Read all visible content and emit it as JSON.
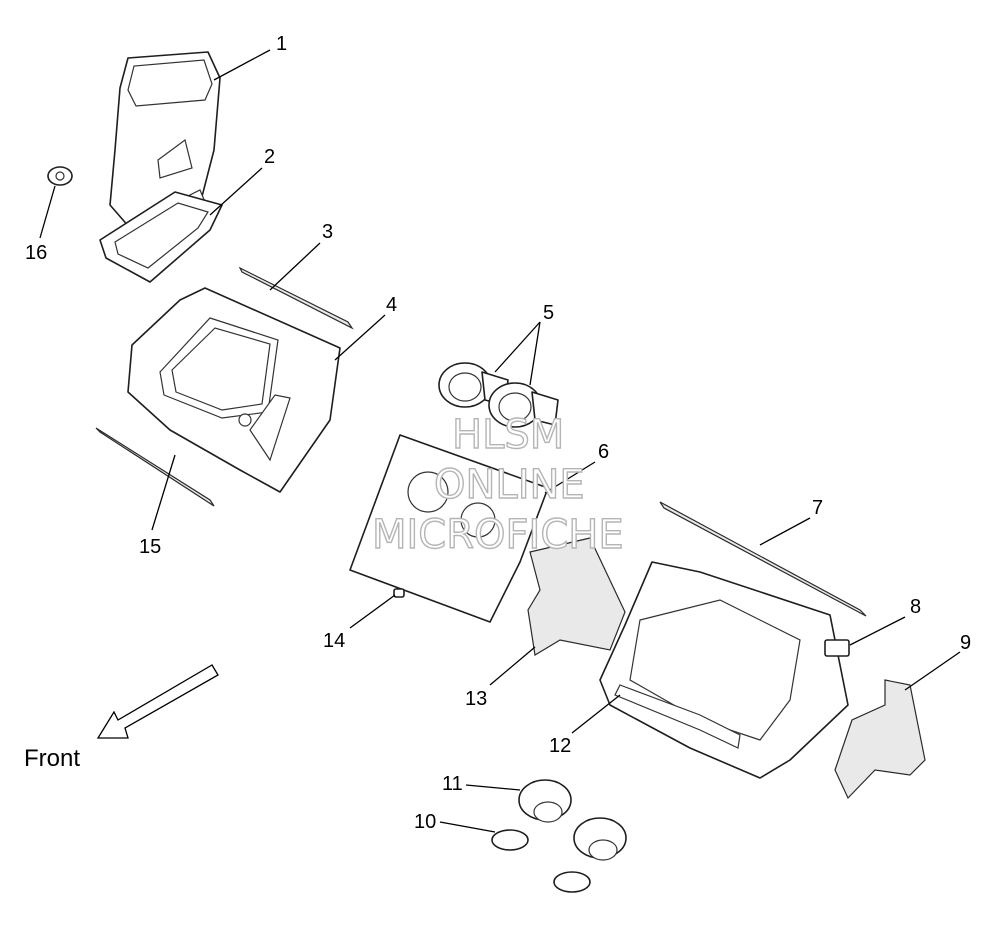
{
  "diagram": {
    "front_label": "Front",
    "watermark": [
      "HLSM",
      "ONLINE",
      "MICROFICHE"
    ],
    "callouts": [
      "1",
      "2",
      "3",
      "4",
      "5",
      "6",
      "7",
      "8",
      "9",
      "10",
      "11",
      "12",
      "13",
      "14",
      "15",
      "16"
    ]
  }
}
